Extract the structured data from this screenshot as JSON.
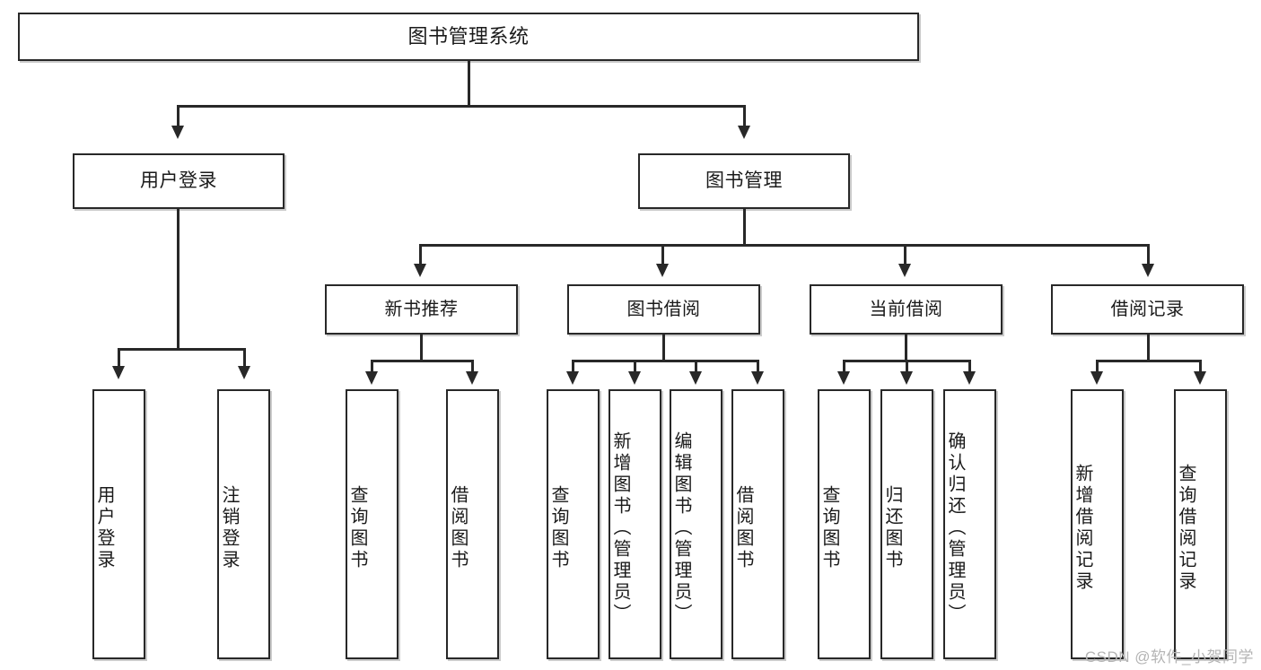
{
  "diagram": {
    "type": "tree-hierarchy-chart",
    "title": "图书管理系统",
    "watermark": "CSDN @软件_小贺同学",
    "colors": {
      "stroke": "#282828",
      "fill": "#ffffff",
      "text": "#1a1a1a",
      "watermark": "#b4b4b4"
    },
    "root": {
      "label": "图书管理系统"
    },
    "level2": [
      {
        "label": "用户登录"
      },
      {
        "label": "图书管理"
      }
    ],
    "level3": [
      {
        "label": "新书推荐"
      },
      {
        "label": "图书借阅"
      },
      {
        "label": "当前借阅"
      },
      {
        "label": "借阅记录"
      }
    ],
    "leaves": {
      "user_login": [
        {
          "label": "用户登录"
        },
        {
          "label": "注销登录"
        }
      ],
      "new_book": [
        {
          "label": "查询图书"
        },
        {
          "label": "借阅图书"
        }
      ],
      "book_borrow": [
        {
          "label": "查询图书"
        },
        {
          "label": "新增图书（管理员）"
        },
        {
          "label": "编辑图书（管理员）"
        },
        {
          "label": "借阅图书"
        }
      ],
      "current_borrow": [
        {
          "label": "查询图书"
        },
        {
          "label": "归还图书"
        },
        {
          "label": "确认归还（管理员）"
        }
      ],
      "borrow_record": [
        {
          "label": "新增借阅记录"
        },
        {
          "label": "查询借阅记录"
        }
      ]
    }
  }
}
